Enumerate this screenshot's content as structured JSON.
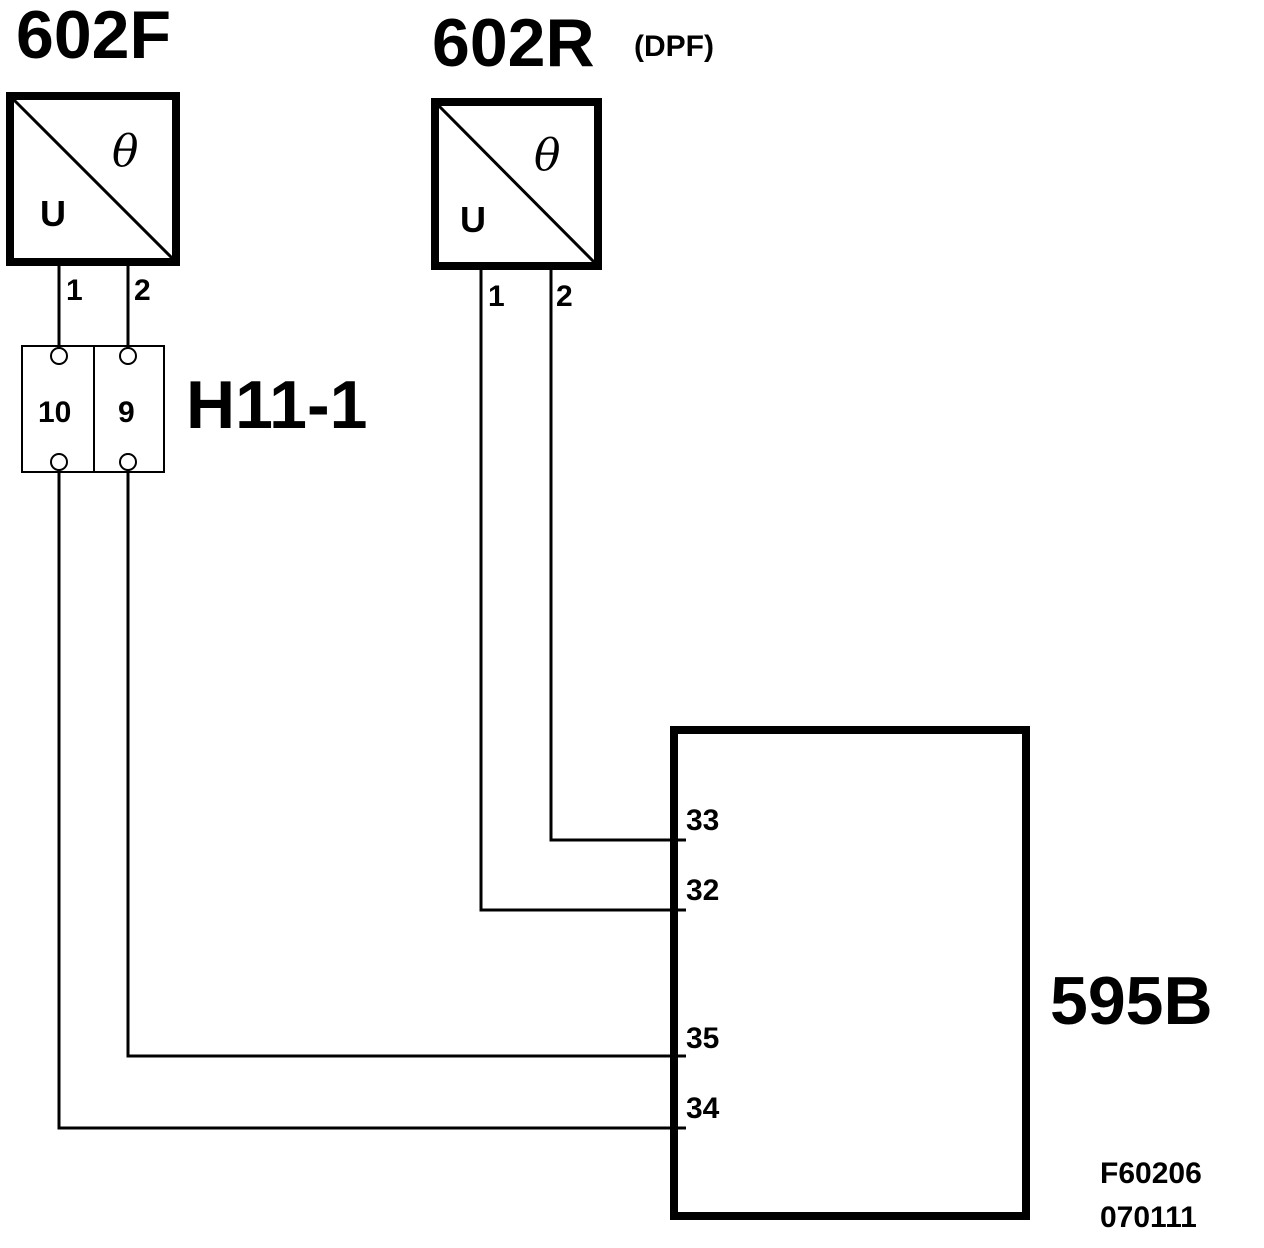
{
  "sensors": [
    {
      "id": "602F",
      "qualifier": "",
      "input_symbol": "θ",
      "output_symbol": "U",
      "pins": [
        "1",
        "2"
      ]
    },
    {
      "id": "602R",
      "qualifier": "(DPF)",
      "input_symbol": "θ",
      "output_symbol": "U",
      "pins": [
        "1",
        "2"
      ]
    }
  ],
  "connector": {
    "id": "H11-1",
    "pins": [
      "10",
      "9"
    ]
  },
  "control_unit": {
    "id": "595B",
    "pins": [
      "33",
      "32",
      "35",
      "34"
    ]
  },
  "drawing_code": {
    "line1": "F60206",
    "line2": "070111"
  }
}
